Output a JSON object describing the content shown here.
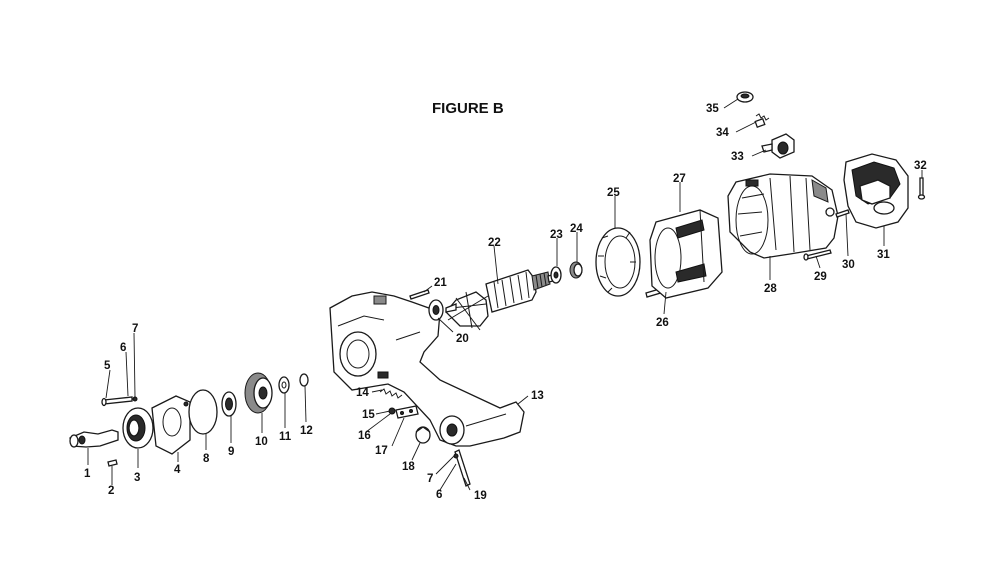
{
  "figure": {
    "title": "FIGURE B"
  },
  "callouts": [
    "1",
    "2",
    "3",
    "4",
    "5",
    "6",
    "7",
    "8",
    "9",
    "10",
    "11",
    "12",
    "13",
    "14",
    "15",
    "16",
    "17",
    "18",
    "7",
    "6",
    "19",
    "20",
    "21",
    "22",
    "23",
    "24",
    "25",
    "26",
    "27",
    "28",
    "29",
    "30",
    "31",
    "32",
    "33",
    "34",
    "35"
  ]
}
